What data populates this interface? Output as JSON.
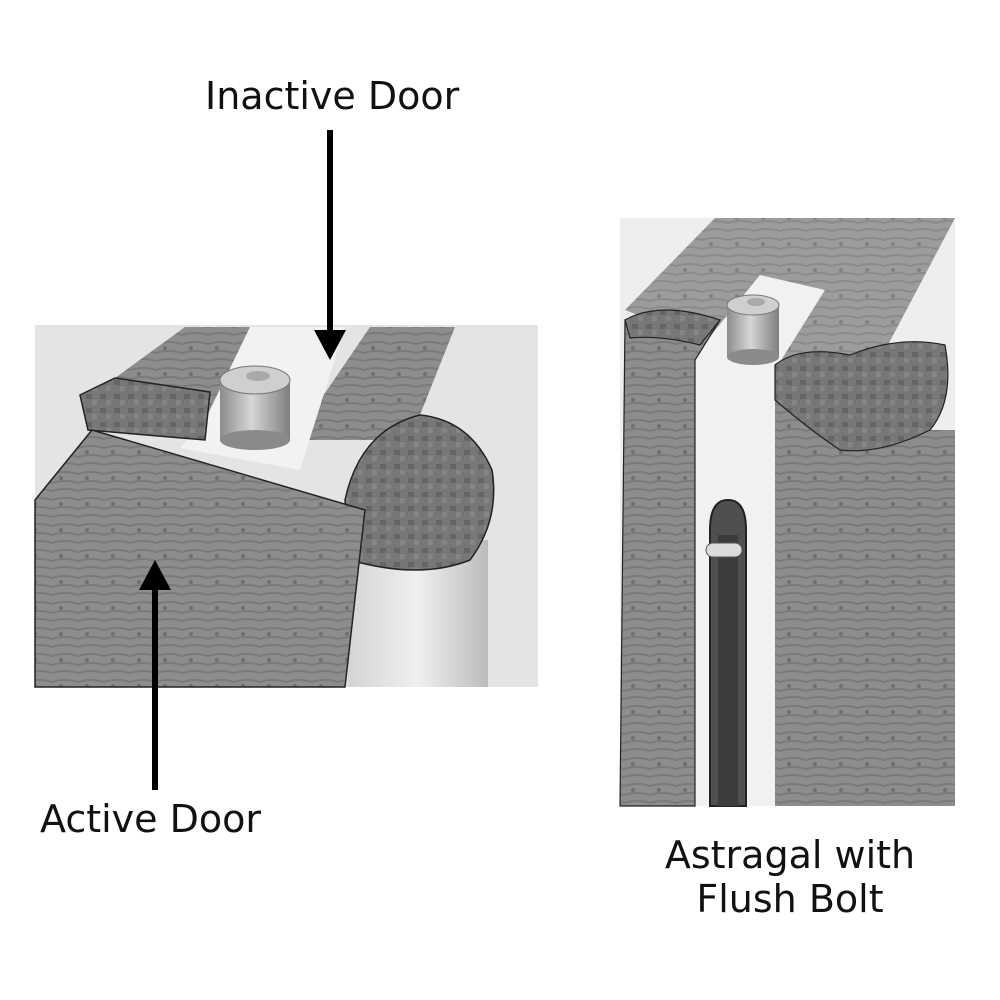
{
  "labels": {
    "inactive_door": "Inactive Door",
    "active_door": "Active Door",
    "astragal_line1": "Astragal with",
    "astragal_line2": "Flush Bolt"
  }
}
